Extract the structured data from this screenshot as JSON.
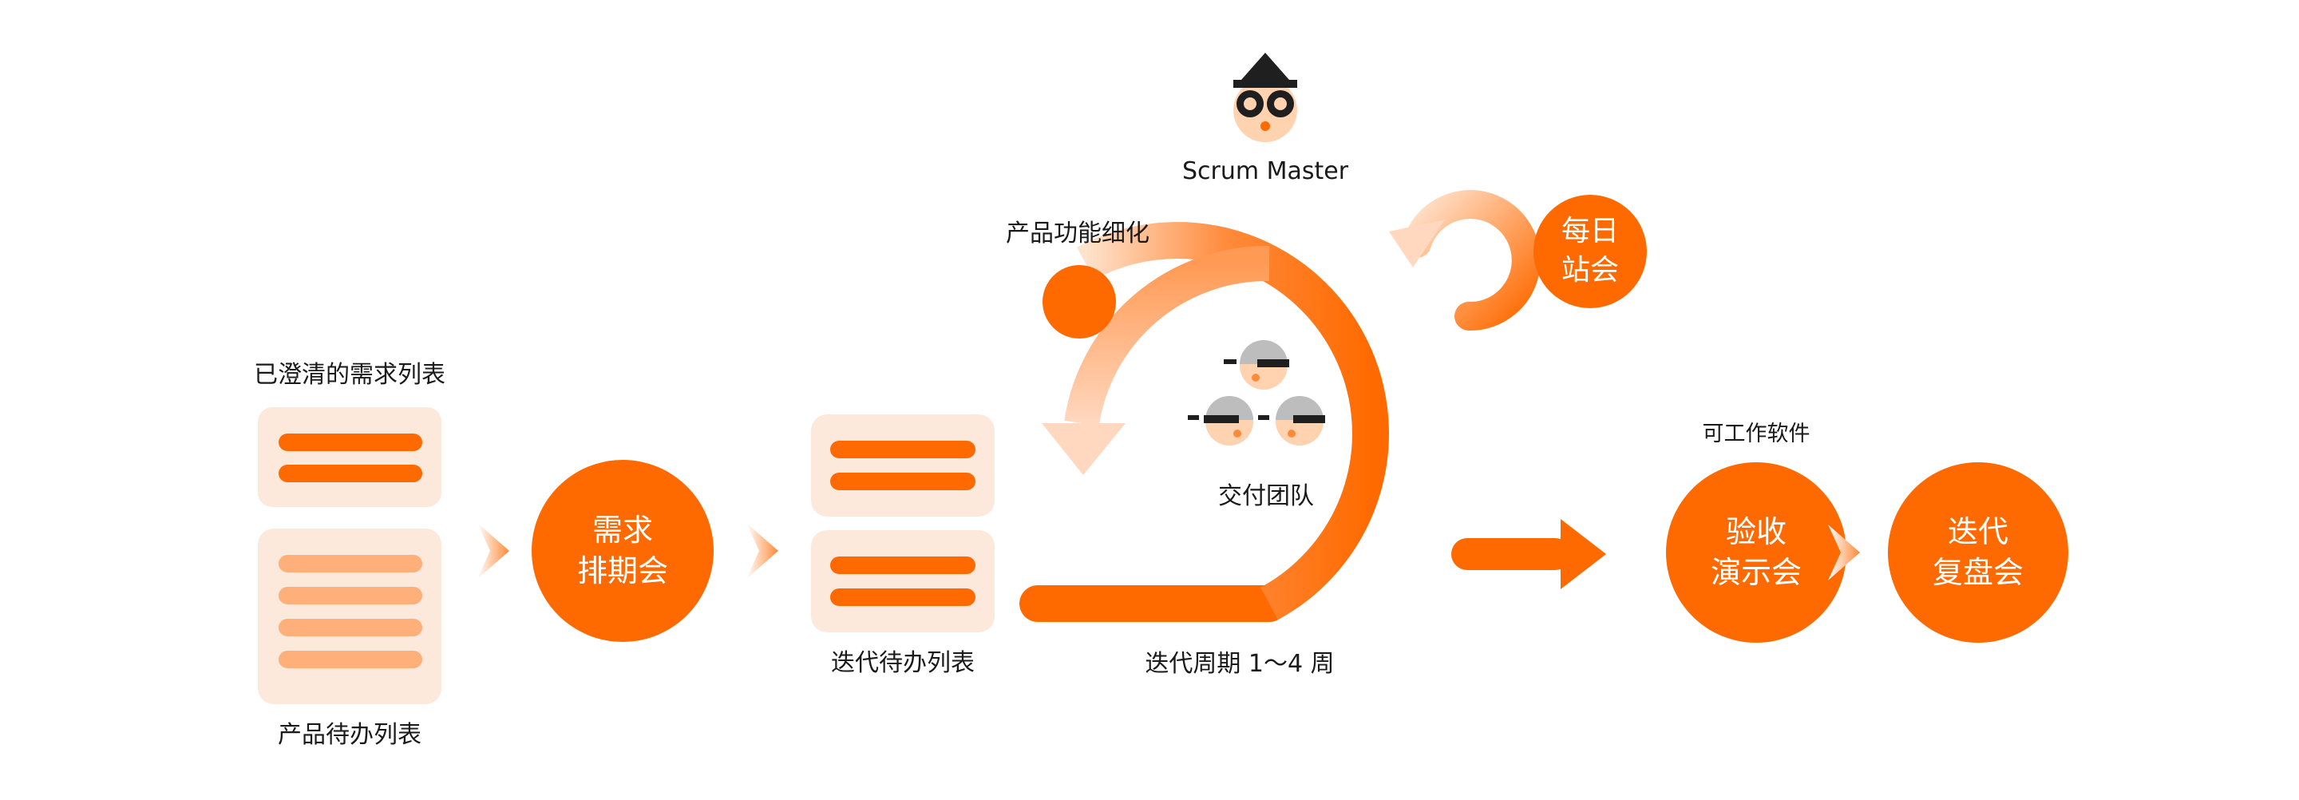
{
  "colors": {
    "orange": "#ff6a00",
    "orange_light": "#ffb07a",
    "card_bg": "#fde9dc",
    "text": "#1a1a1a",
    "white": "#ffffff"
  },
  "labels": {
    "clarified_requirements": "已澄清的需求列表",
    "product_backlog": "产品待办列表",
    "sprint_backlog": "迭代待办列表",
    "scrum_master": "Scrum Master",
    "feature_refinement": "产品功能细化",
    "delivery_team": "交付团队",
    "sprint_cycle": "迭代周期 1～4 周",
    "working_software": "可工作软件"
  },
  "circles": {
    "backlog_refinement": {
      "line1": "需求",
      "line2": "排期会"
    },
    "daily_standup": {
      "line1": "每日",
      "line2": "站会"
    },
    "sprint_review": {
      "line1": "验收",
      "line2": "演示会"
    },
    "retrospective": {
      "line1": "迭代",
      "line2": "复盘会"
    }
  },
  "icons": {
    "scrum_master": "scrum-master-avatar-icon",
    "team_member": "team-member-avatar-icon",
    "list_card": "list-card-icon",
    "flow_chevron": "chevron-right-icon",
    "arrow": "arrow-right-icon"
  }
}
